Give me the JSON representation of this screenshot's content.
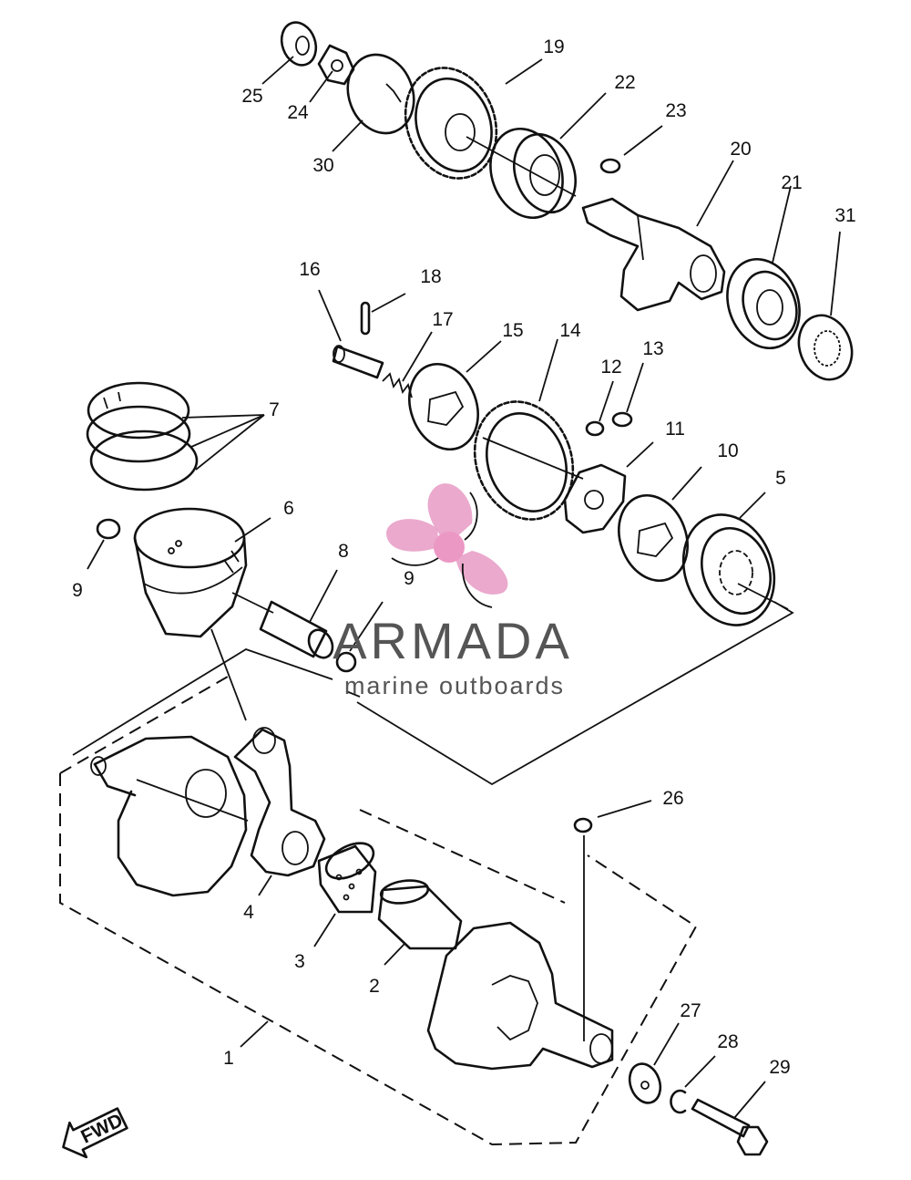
{
  "watermark": {
    "title": "ARMADA",
    "subtitle": "marine outboards",
    "title_color": "#555555",
    "logo_color": "#e8a0c8",
    "logo_hub_color": "#ec98c4"
  },
  "fwd_label": "FWD",
  "callouts": [
    "1",
    "2",
    "3",
    "4",
    "5",
    "6",
    "7",
    "8",
    "9",
    "9",
    "10",
    "11",
    "12",
    "13",
    "14",
    "15",
    "16",
    "17",
    "18",
    "19",
    "20",
    "21",
    "22",
    "23",
    "24",
    "25",
    "26",
    "27",
    "28",
    "29",
    "30",
    "31"
  ]
}
